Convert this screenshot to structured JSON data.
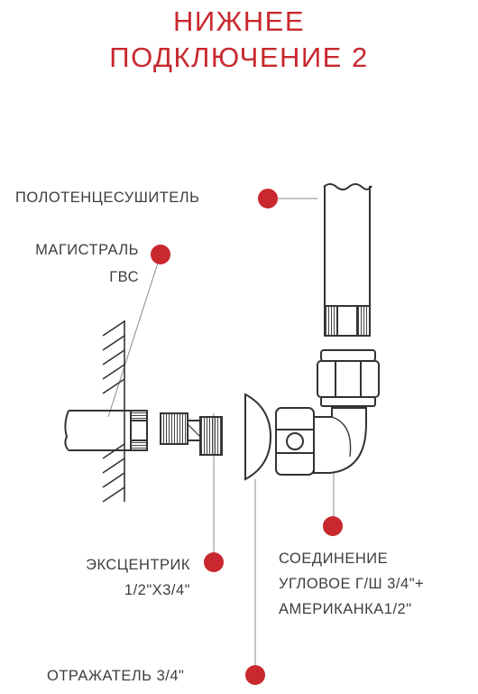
{
  "title": {
    "line1": "НИЖНЕЕ",
    "line2": "ПОДКЛЮЧЕНИЕ 2"
  },
  "labels": {
    "towel_dryer": "ПОЛОТЕНЦЕСУШИТЕЛЬ",
    "main_line_1": "МАГИСТРАЛЬ",
    "main_line_2": "ГВС",
    "eccentric_1": "ЭКСЦЕНТРИК",
    "eccentric_2": "1/2\"Х3/4\"",
    "connection_1": "СОЕДИНЕНИЕ",
    "connection_2": "УГЛОВОЕ Г/Ш 3/4\"+",
    "connection_3": "АМЕРИКАНКА1/2\"",
    "reflector": "ОТРАЖАТЕЛЬ 3/4\""
  },
  "colors": {
    "accent": "#c8282e",
    "line": "#333333",
    "text": "#3d3d3d",
    "leader": "#888888"
  }
}
